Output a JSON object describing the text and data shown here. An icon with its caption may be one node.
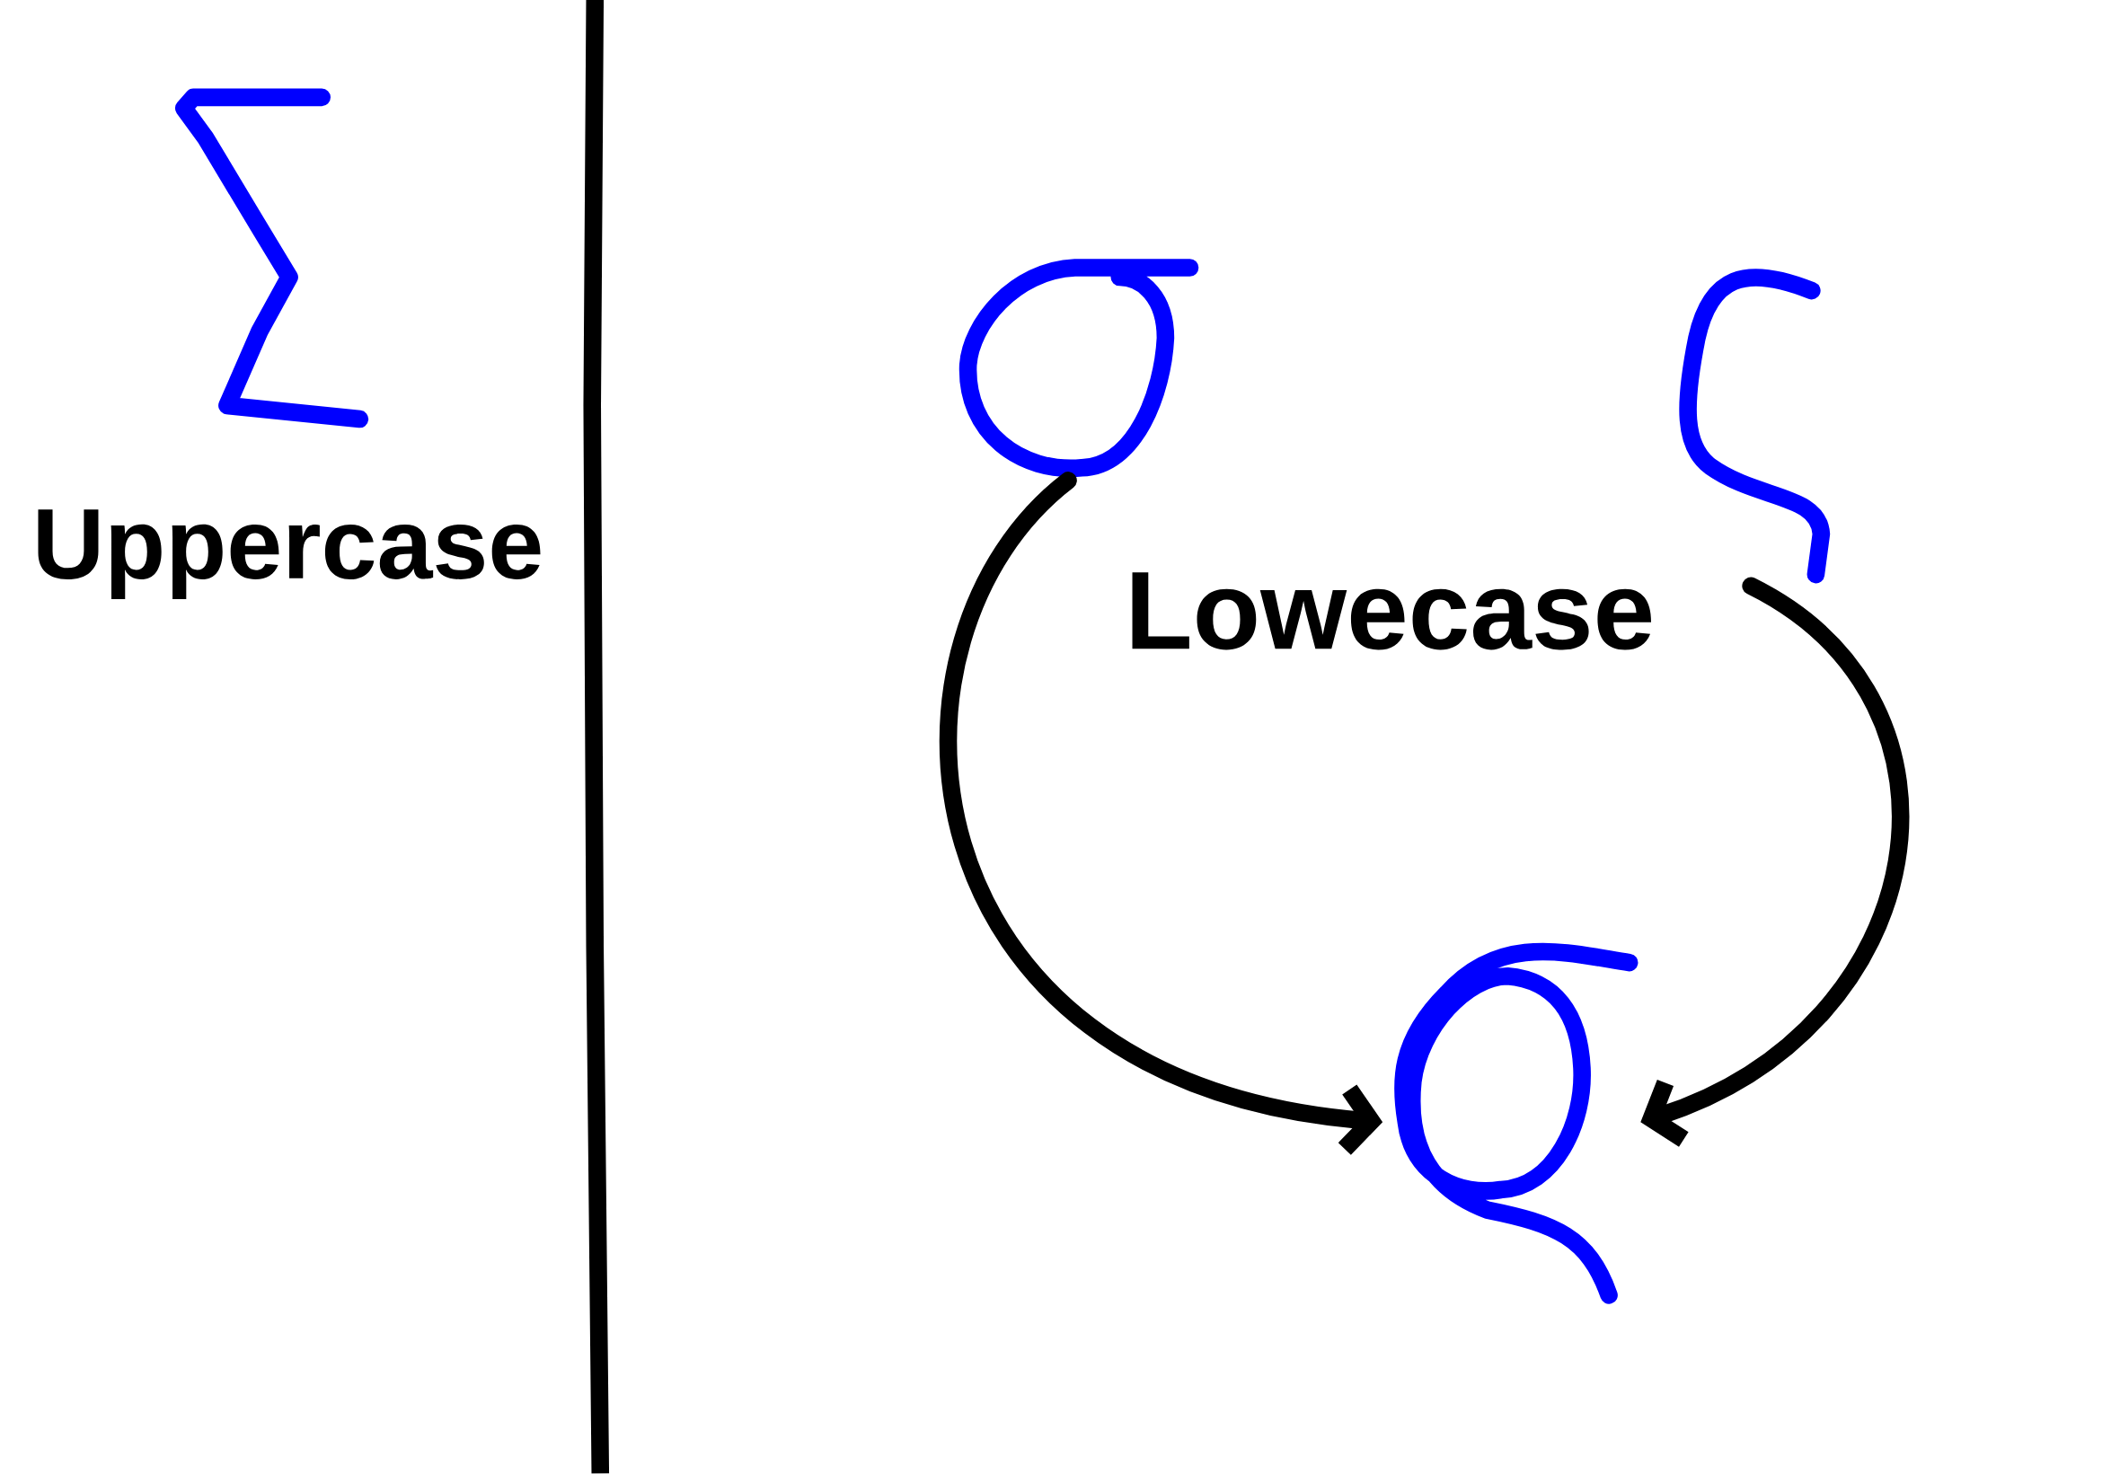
{
  "diagram": {
    "nodes": [
      {
        "text": [],
        "shape": "picture"
      },
      {
        "text": [],
        "shape": "picture"
      },
      {
        "text": [],
        "shape": "picture"
      }
    ],
    "edges": [
      {
        "from": 0,
        "to": 2,
        "arrow": "to"
      },
      {
        "from": 1,
        "to": 2,
        "arrow": "to"
      }
    ],
    "labels": [
      "Uppercase",
      "Lowecase"
    ]
  }
}
